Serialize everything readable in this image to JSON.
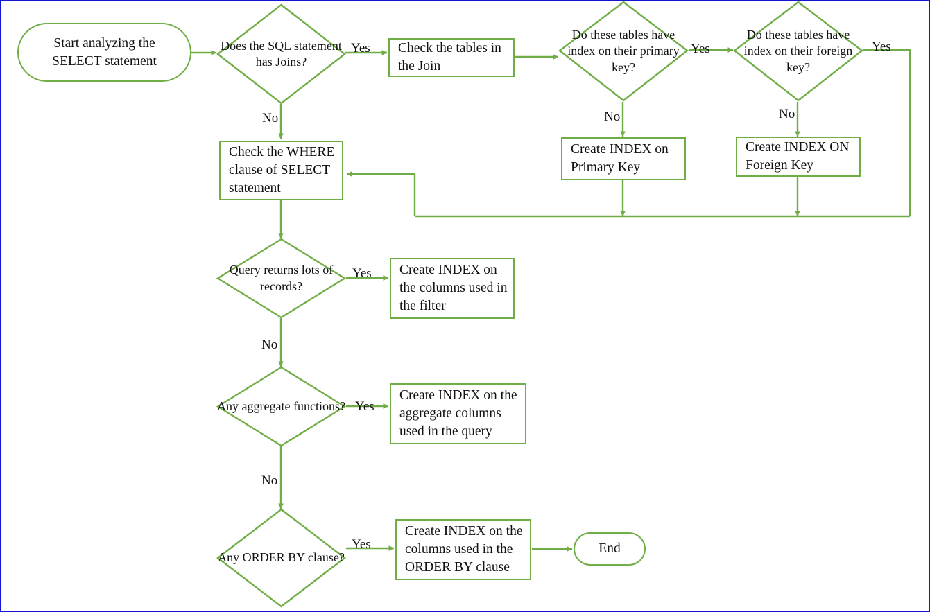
{
  "diagram": {
    "title": "SQL SELECT statement index optimization flowchart",
    "colors": {
      "shape_stroke": "#70ad47",
      "connector": "#70ad47",
      "text": "#111111",
      "page_border": "#1414d2",
      "background": "#ffffff"
    }
  },
  "nodes": {
    "start": {
      "label": "Start analyzing the SELECT statement",
      "shape": "terminator"
    },
    "has_joins": {
      "label": "Does the SQL statement has Joins?",
      "shape": "decision"
    },
    "check_tables": {
      "label": "Check the tables in the Join",
      "shape": "process"
    },
    "index_primary": {
      "label": "Do these tables have index on their primary key?",
      "shape": "decision"
    },
    "index_foreign": {
      "label": "Do these tables have index on their foreign key?",
      "shape": "decision"
    },
    "create_pk": {
      "label": "Create INDEX on Primary Key",
      "shape": "process"
    },
    "create_fk": {
      "label": "Create INDEX ON Foreign Key",
      "shape": "process"
    },
    "check_where": {
      "label": "Check the WHERE clause of SELECT statement",
      "shape": "process"
    },
    "lots_records": {
      "label": "Query returns lots of records?",
      "shape": "decision"
    },
    "create_filter": {
      "label": "Create INDEX on the columns used in the filter",
      "shape": "process"
    },
    "aggregate": {
      "label": "Any aggregate functions?",
      "shape": "decision"
    },
    "create_aggregate": {
      "label": "Create INDEX on the aggregate columns used in the query",
      "shape": "process"
    },
    "order_by": {
      "label": "Any ORDER BY clause?",
      "shape": "decision"
    },
    "create_orderby": {
      "label": "Create INDEX on the columns used in the ORDER BY clause",
      "shape": "process"
    },
    "end": {
      "label": "End",
      "shape": "terminator"
    }
  },
  "edge_labels": {
    "joins_yes": "Yes",
    "joins_no": "No",
    "primary_yes": "Yes",
    "primary_no": "No",
    "foreign_yes": "Yes",
    "foreign_no": "No",
    "records_yes": "Yes",
    "records_no": "No",
    "aggregate_yes": "Yes",
    "aggregate_no": "No",
    "orderby_yes": "Yes"
  }
}
